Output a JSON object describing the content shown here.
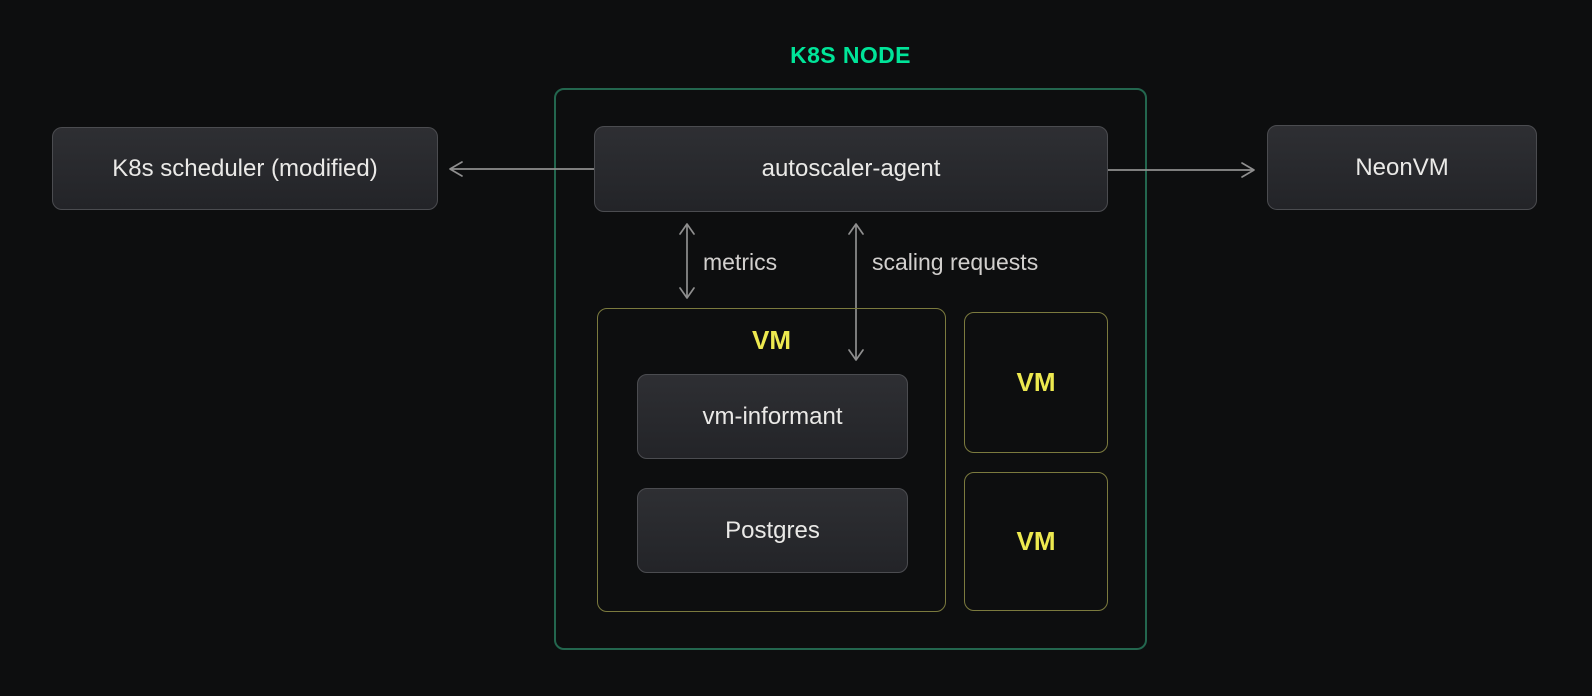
{
  "diagram": {
    "title": "K8S NODE",
    "nodes": {
      "scheduler": "K8s scheduler (modified)",
      "autoscaler": "autoscaler-agent",
      "neonvm": "NeonVM",
      "vm_main_label": "VM",
      "vm_informant": "vm-informant",
      "postgres": "Postgres",
      "vm_secondary_label": "VM",
      "vm_tertiary_label": "VM"
    },
    "edge_labels": {
      "metrics": "metrics",
      "scaling": "scaling requests"
    },
    "colors": {
      "background": "#0d0e0f",
      "accent_green": "#00e599",
      "container_border": "#23664e",
      "accent_yellow": "#ede94f",
      "vm_border": "#7b7a3e",
      "node_fill_top": "#2e2f33",
      "node_fill_bottom": "#232428",
      "node_border": "#4b4c50",
      "node_text": "#eae9e7",
      "edge_label_text": "#d2d0ce",
      "arrow": "#8f8f8f"
    }
  }
}
